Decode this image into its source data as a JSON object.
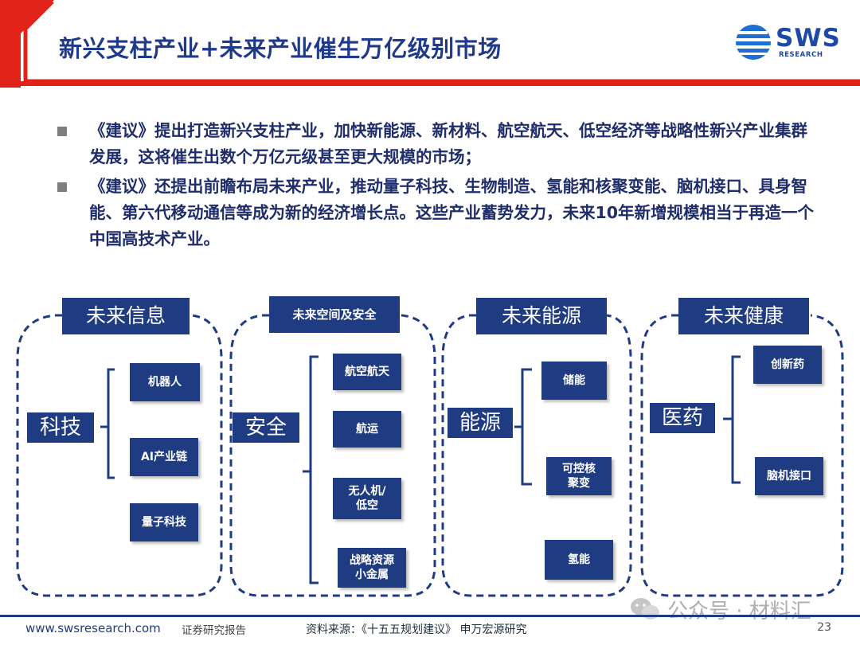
{
  "header": {
    "title": "新兴支柱产业+未来产业催生万亿级别市场",
    "logo_text": "SWS",
    "logo_subtext": "RESEARCH"
  },
  "bullets": [
    "《建议》提出打造新兴支柱产业，加快新能源、新材料、航空航天、低空经济等战略性新兴产业集群发展，这将催生出数个万亿元级甚至更大规模的市场；",
    "《建议》还提出前瞻布局未来产业，推动量子科技、生物制造、氢能和核聚变能、脑机接口、具身智能、第六代移动通信等成为新的经济增长点。这些产业蓄势发力，未来10年新增规模相当于再造一个中国高技术产业。"
  ],
  "groups": [
    {
      "category": "未来信息",
      "sub": "科技",
      "items": [
        "机器人",
        "AI产业链",
        "量子科技"
      ]
    },
    {
      "category": "未来空间及安全",
      "sub": "安全",
      "items": [
        "航空航天",
        "航运",
        "无人机/\n低空",
        "战略资源\n小金属"
      ]
    },
    {
      "category": "未来能源",
      "sub": "能源",
      "items": [
        "储能",
        "可控核\n聚变",
        "氢能"
      ]
    },
    {
      "category": "未来健康",
      "sub": "医药",
      "items": [
        "创新药",
        "脑机接口"
      ]
    }
  ],
  "footer": {
    "url": "www.swsresearch.com",
    "tag": "证券研究报告",
    "source": "资料来源：《十五五规划建议》 申万宏源研究",
    "page": "23"
  },
  "watermark": {
    "text": "公众号 · 材料汇"
  },
  "colors": {
    "primary": "#1f3b82",
    "accent": "#e2231a",
    "text": "#1f2d6a"
  }
}
